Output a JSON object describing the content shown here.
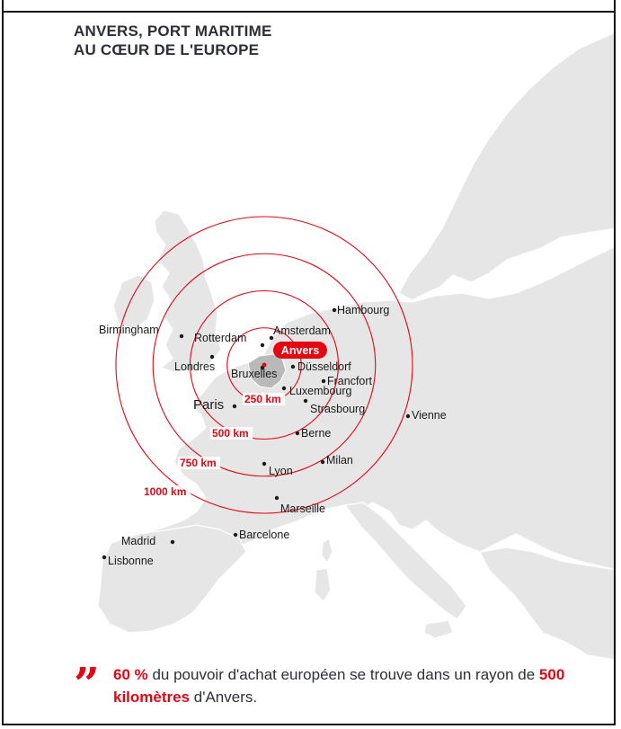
{
  "title": {
    "line1": "ANVERS, PORT MARITIME",
    "line2": "AU CŒUR DE L'EUROPE"
  },
  "colors": {
    "accent": "#e30613",
    "land": "#e6e6e6",
    "benelux": "#b9b9b9",
    "text": "#2d2f3a"
  },
  "center_city": "Anvers",
  "rings": [
    {
      "km": 250,
      "label": "250 km"
    },
    {
      "km": 500,
      "label": "500 km"
    },
    {
      "km": 750,
      "label": "750 km"
    },
    {
      "km": 1000,
      "label": "1000 km"
    }
  ],
  "cities": [
    {
      "id": "hambourg",
      "name": "Hambourg"
    },
    {
      "id": "amsterdam",
      "name": "Amsterdam"
    },
    {
      "id": "rotterdam",
      "name": "Rotterdam"
    },
    {
      "id": "birmingham",
      "name": "Birmingham"
    },
    {
      "id": "londres",
      "name": "Londres"
    },
    {
      "id": "bruxelles",
      "name": "Bruxelles"
    },
    {
      "id": "dusseldorf",
      "name": "Düsseldorf"
    },
    {
      "id": "francfort",
      "name": "Francfort"
    },
    {
      "id": "luxembourg",
      "name": "Luxembourg"
    },
    {
      "id": "paris",
      "name": "Paris"
    },
    {
      "id": "strasbourg",
      "name": "Strasbourg"
    },
    {
      "id": "vienne",
      "name": "Vienne"
    },
    {
      "id": "berne",
      "name": "Berne"
    },
    {
      "id": "milan",
      "name": "Milan"
    },
    {
      "id": "lyon",
      "name": "Lyon"
    },
    {
      "id": "marseille",
      "name": "Marseille"
    },
    {
      "id": "barcelone",
      "name": "Barcelone"
    },
    {
      "id": "madrid",
      "name": "Madrid"
    },
    {
      "id": "lisbonne",
      "name": "Lisbonne"
    }
  ],
  "quote": {
    "pct": "60 %",
    "text_a": " du pouvoir d'achat européen se trouve dans un rayon de ",
    "dist": "500 kilomètres",
    "text_b": " d'Anvers."
  }
}
